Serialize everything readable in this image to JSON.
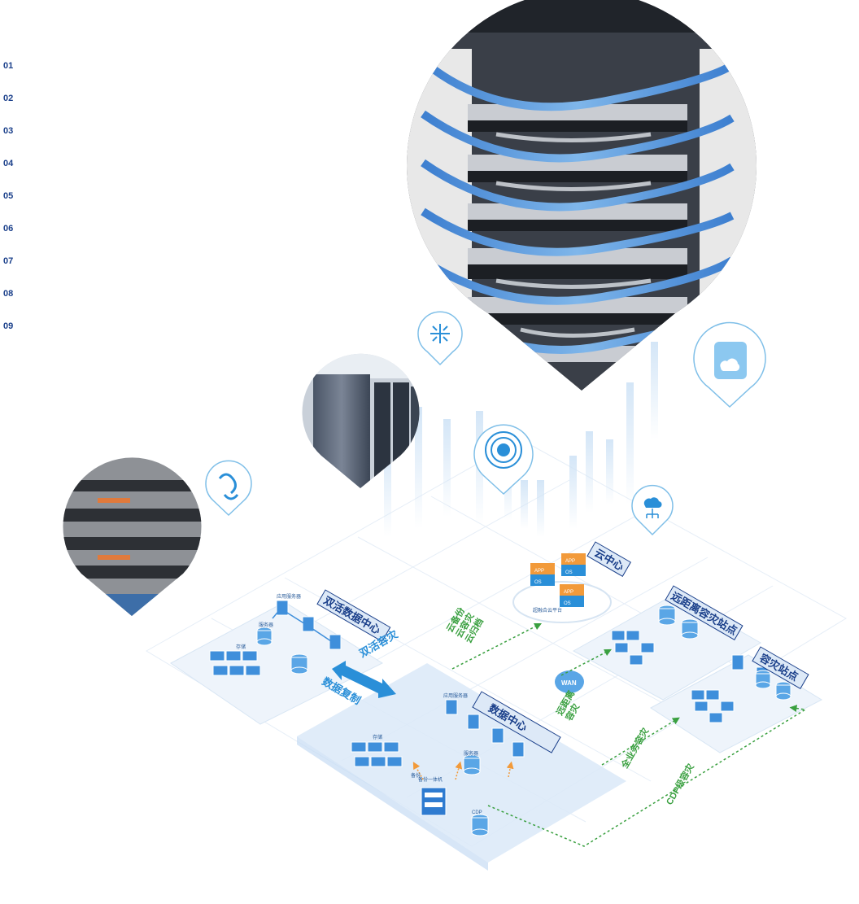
{
  "steps": [
    "01",
    "02",
    "03",
    "04",
    "05",
    "06",
    "07",
    "08",
    "09"
  ],
  "icons": [
    "snowflake-compress-icon",
    "cloud-document-icon",
    "target-drop-icon",
    "sync-arrows-icon",
    "cloud-network-icon"
  ],
  "diagram": {
    "cloud_center": "云中心",
    "cloud_platform": "超融合云平台",
    "active_dc": "双活数据中心",
    "main_dc": "数据中心",
    "remote_site": "远距离容灾站点",
    "dr_site": "容灾站点",
    "active_dr": "双活容灾",
    "data_copy": "数据复制",
    "cloud_backup": "云备份\n云容灾\n云归档",
    "remote_dr": "远距离\n容灾",
    "full_business_dr": "全业务容灾",
    "cdp_dr": "CDP级容灾",
    "wan": "WAN",
    "app": "APP",
    "os": "OS",
    "app_server": "应用服务器",
    "server": "服务器",
    "storage": "存储",
    "backup_appliance": "备份一体机",
    "cdp": "CDP",
    "backup": "备份"
  },
  "colors": {
    "accent_blue": "#2a8fd8",
    "dark_blue": "#1a3f8a",
    "green": "#3aa040",
    "orange": "#f29a3a",
    "label_box": "#dde9f7"
  }
}
